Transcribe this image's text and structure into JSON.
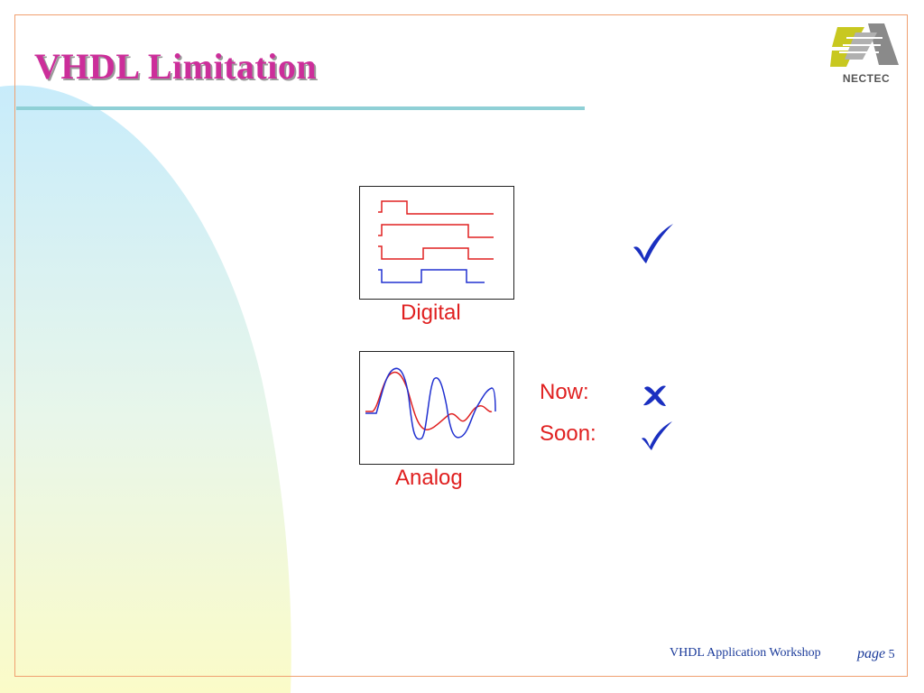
{
  "slide": {
    "title": "VHDL Limitation",
    "logo_text": "NECTEC",
    "digital_caption": "Digital",
    "analog_caption": "Analog",
    "now_label": "Now:",
    "soon_label": "Soon:",
    "footer_workshop": "VHDL Application Workshop",
    "footer_page_word": "page",
    "footer_page_number": "5"
  },
  "colors": {
    "title": "#cc2e9a",
    "accent_rule": "#8fd0d6",
    "frame": "#f0a070",
    "signal_red": "#e02020",
    "signal_blue": "#2030d0",
    "check_blue": "#1a2fc0"
  },
  "icons": [
    "check-icon",
    "cross-icon",
    "check-icon"
  ]
}
